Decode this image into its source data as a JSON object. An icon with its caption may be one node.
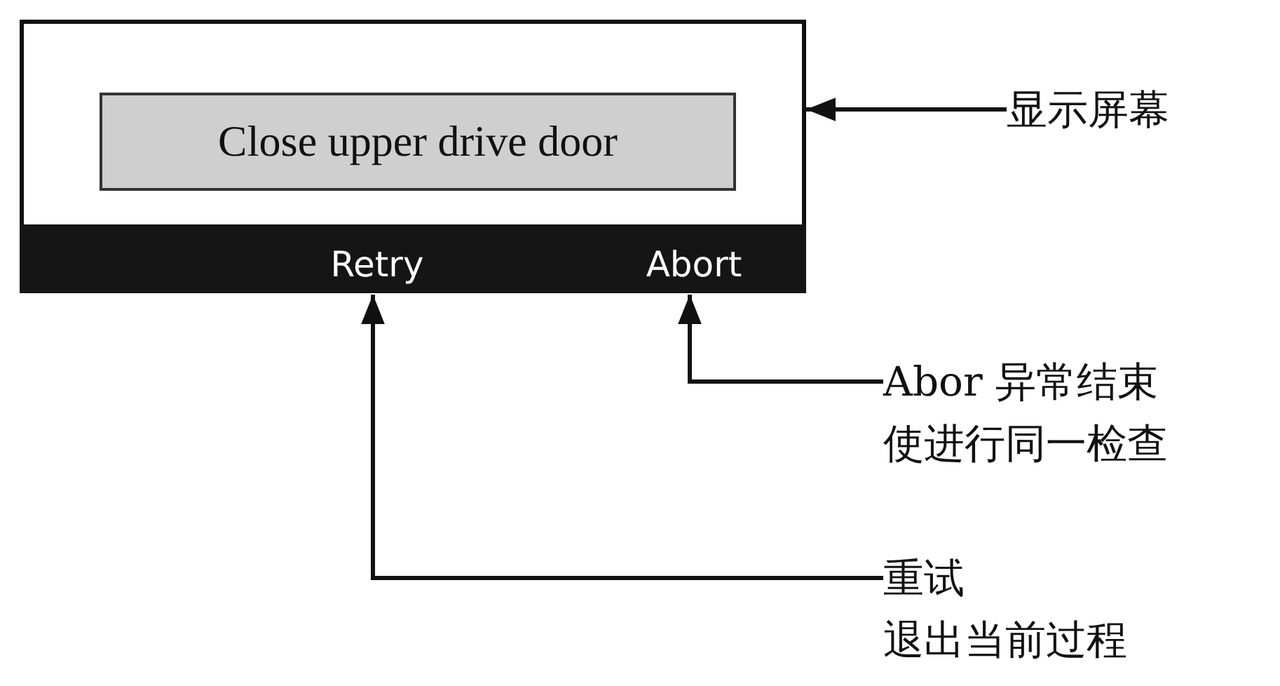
{
  "diagram": {
    "nodes": [
      {
        "text": [],
        "shape": "box"
      },
      {
        "text": [
          "Close upper drive door"
        ],
        "in": 0
      },
      {
        "text": [
          "Retry"
        ],
        "in": 0
      },
      {
        "text": [
          "Abort"
        ],
        "in": 0
      },
      {
        "text": [
          "显示屏幕"
        ]
      },
      {
        "text": [
          "Abor 异常结束",
          "使进行同一检查"
        ]
      },
      {
        "text": [
          "重试",
          "退出当前过程"
        ]
      }
    ],
    "edges": [
      {
        "from": 4,
        "to": 0,
        "arrow": "to"
      },
      {
        "from": 5,
        "to": 3,
        "arrow": "to"
      },
      {
        "from": 6,
        "to": 2,
        "arrow": "to"
      }
    ]
  }
}
